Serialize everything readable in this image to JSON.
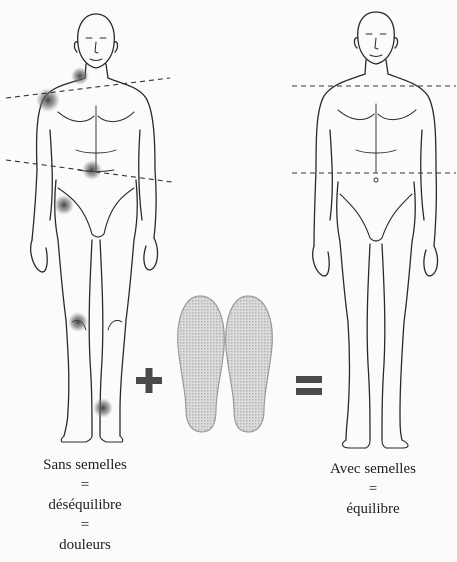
{
  "diagram": {
    "left_caption": {
      "line1": "Sans semelles",
      "eq1": "=",
      "line2": "déséquilibre",
      "eq2": "=",
      "line3": "douleurs"
    },
    "right_caption": {
      "line1": "Avec semelles",
      "eq1": "=",
      "line2": "équilibre"
    },
    "operators": {
      "plus": "+",
      "equals": "="
    },
    "colors": {
      "line": "#2a2a2a",
      "guide_dash": "#333333",
      "pain_spot": "#555555",
      "insole_fill": "#c9c9c9",
      "insole_edge": "#9a9a9a",
      "operator": "#4a4a4a",
      "background": "#fbfbf9"
    }
  }
}
